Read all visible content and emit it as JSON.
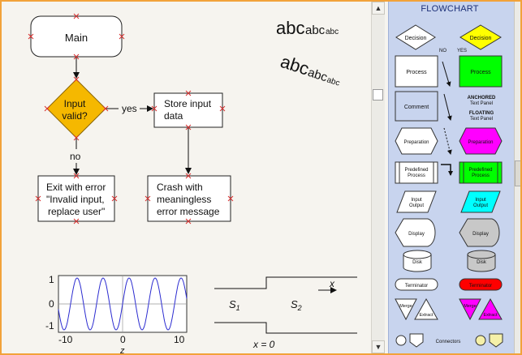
{
  "flowchart": {
    "main_label": "Main",
    "decision_label_1": "Input",
    "decision_label_2": "valid?",
    "yes_label": "yes",
    "no_label": "no",
    "store_line1": "Store input",
    "store_line2": "data",
    "exit_line1": "Exit with error",
    "exit_line2": "\"Invalid input,",
    "exit_line3": "replace user\"",
    "crash_line1": "Crash with",
    "crash_line2": "meaningless",
    "crash_line3": "error message"
  },
  "text_samples": {
    "big": "abc",
    "mid": "abc",
    "small": "abc"
  },
  "plot": {
    "y_ticks": [
      "1",
      "0",
      "-1"
    ],
    "x_ticks": [
      "-10",
      "0",
      "10"
    ],
    "x_label": "z",
    "curve_color": "#2b2bd0"
  },
  "tube": {
    "s1_base": "S",
    "s1_sub": "1",
    "s2_base": "S",
    "s2_sub": "2",
    "x_label": "x",
    "x0_label": "x = 0"
  },
  "palette": {
    "title": "FLOWCHART",
    "decision_left": "Decision",
    "decision_right": "Decision",
    "no": "NO",
    "yes": "YES",
    "process_left": "Process",
    "process_right": "Process",
    "comment": "Comment",
    "anchored_1": "ANCHORED",
    "anchored_2": "Text Panel",
    "floating_1": "FLOATING",
    "floating_2": "Text Panel",
    "prep_left": "Preparation",
    "prep_right": "Preparation",
    "predef_left_1": "Predefined",
    "predef_left_2": "Process",
    "predef_right_1": "Predefined",
    "predef_right_2": "Process",
    "io_left_1": "Input",
    "io_left_2": "Output",
    "io_right_1": "Input",
    "io_right_2": "Output",
    "display_left": "Display",
    "display_right": "Display",
    "disk_left": "Disk",
    "disk_right": "Disk",
    "term_left": "Terminator",
    "term_right": "Terminator",
    "merge_left": "Merge",
    "extract_left": "Extract",
    "merge_right": "Merge",
    "extract_right": "Extract",
    "connectors": "Connectors",
    "colors": {
      "yellow": "#ffff00",
      "green": "#00ff00",
      "magenta": "#ff00ff",
      "cyan": "#00ffff",
      "gray": "#c8c8c8",
      "red": "#ff0000",
      "paleyellow": "#f5f0a8"
    }
  },
  "colors": {
    "decision_fill": "#f5b800",
    "frame": "#f2a23a",
    "marker": "#d83030"
  },
  "scroll": {
    "up": "▲",
    "down": "▼"
  }
}
